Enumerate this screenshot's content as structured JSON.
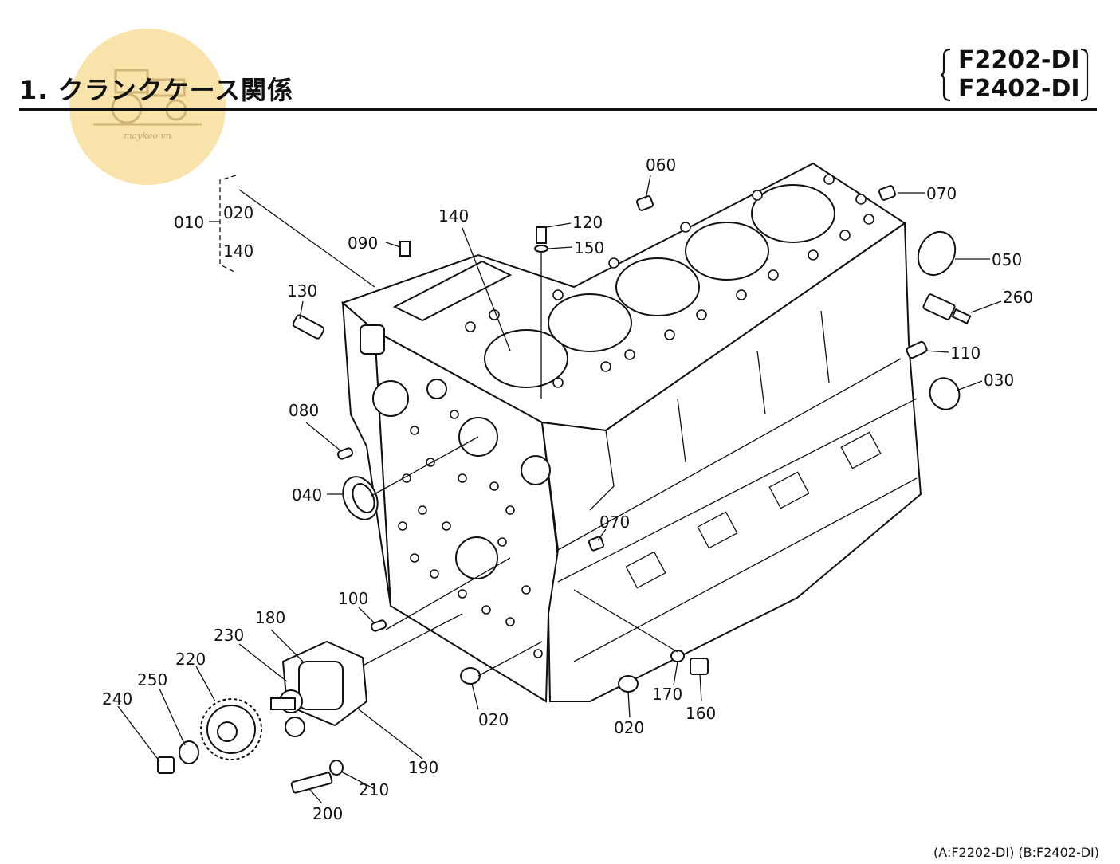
{
  "header": {
    "title": "1. クランクケース関係",
    "models": [
      "F2202-DI",
      "F2402-DI"
    ]
  },
  "watermark": {
    "text": "maykeo.vn"
  },
  "footer": {
    "note": "(A:F2202-DI) (B:F2402-DI)"
  },
  "callouts": {
    "c010": "010",
    "c020_range_from": "020",
    "c020_range_to": "140",
    "c020a": "020",
    "c020b": "020",
    "c030": "030",
    "c040": "040",
    "c050": "050",
    "c060": "060",
    "c070a": "070",
    "c070b": "070",
    "c080": "080",
    "c090": "090",
    "c100": "100",
    "c110": "110",
    "c120": "120",
    "c130": "130",
    "c140": "140",
    "c150": "150",
    "c160": "160",
    "c170": "170",
    "c180": "180",
    "c190": "190",
    "c200": "200",
    "c210": "210",
    "c220": "220",
    "c230": "230",
    "c240": "240",
    "c250": "250",
    "c260": "260"
  }
}
